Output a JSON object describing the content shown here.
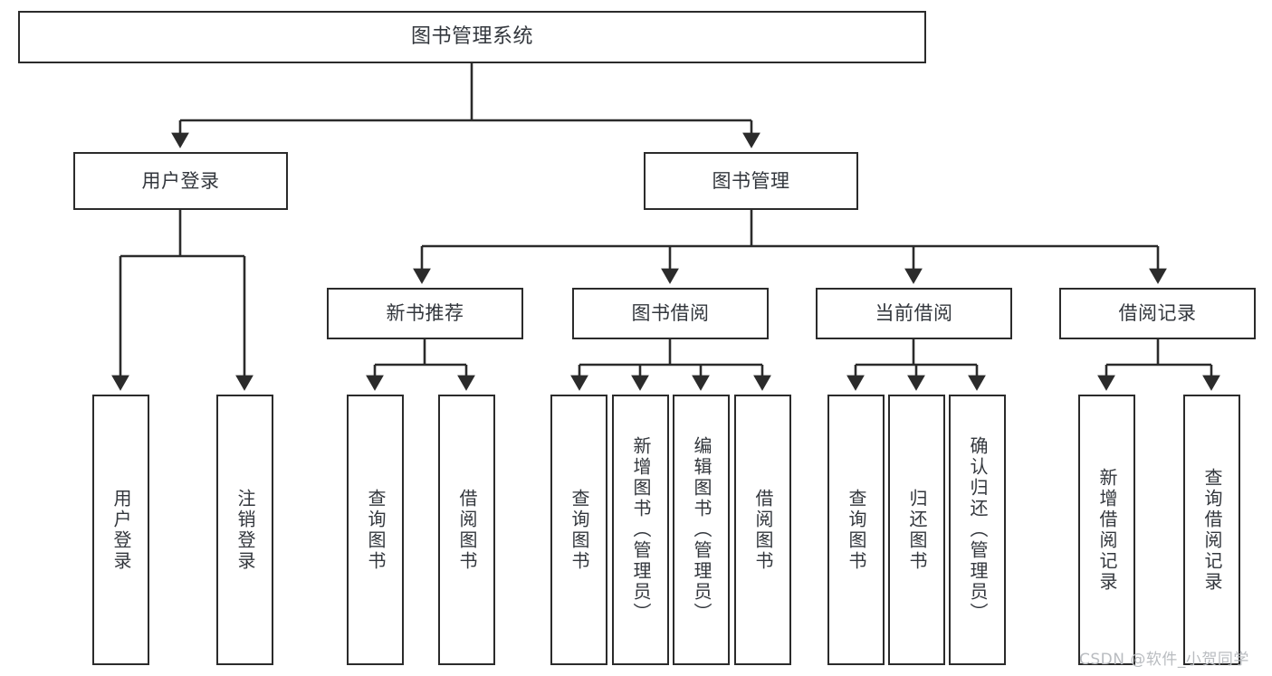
{
  "diagram": {
    "type": "tree-hierarchy",
    "title": "图书管理系统",
    "root": {
      "id": "root",
      "label": "图书管理系统"
    },
    "level2": [
      {
        "id": "user-login",
        "label": "用户登录"
      },
      {
        "id": "book-manage",
        "label": "图书管理"
      }
    ],
    "level3": [
      {
        "id": "new-book-rec",
        "label": "新书推荐",
        "parent": "book-manage"
      },
      {
        "id": "book-borrow",
        "label": "图书借阅",
        "parent": "book-manage"
      },
      {
        "id": "current-borrow",
        "label": "当前借阅",
        "parent": "book-manage"
      },
      {
        "id": "borrow-record",
        "label": "借阅记录",
        "parent": "book-manage"
      }
    ],
    "leaves": [
      {
        "id": "leaf-user-login",
        "label": "用户登录",
        "parent": "user-login"
      },
      {
        "id": "leaf-logout-login",
        "label": "注销登录",
        "parent": "user-login"
      },
      {
        "id": "leaf-query-book-1",
        "label": "查询图书",
        "parent": "new-book-rec"
      },
      {
        "id": "leaf-borrow-book-1",
        "label": "借阅图书",
        "parent": "new-book-rec"
      },
      {
        "id": "leaf-query-book-2",
        "label": "查询图书",
        "parent": "book-borrow"
      },
      {
        "id": "leaf-add-book",
        "label": "新增图书（管理员）",
        "parent": "book-borrow"
      },
      {
        "id": "leaf-edit-book",
        "label": "编辑图书（管理员）",
        "parent": "book-borrow"
      },
      {
        "id": "leaf-borrow-book-2",
        "label": "借阅图书",
        "parent": "book-borrow"
      },
      {
        "id": "leaf-query-book-3",
        "label": "查询图书",
        "parent": "current-borrow"
      },
      {
        "id": "leaf-return-book",
        "label": "归还图书",
        "parent": "current-borrow"
      },
      {
        "id": "leaf-confirm-return",
        "label": "确认归还（管理员）",
        "parent": "current-borrow"
      },
      {
        "id": "leaf-add-record",
        "label": "新增借阅记录",
        "parent": "borrow-record"
      },
      {
        "id": "leaf-query-record",
        "label": "查询借阅记录",
        "parent": "borrow-record"
      }
    ],
    "colors": {
      "stroke": "#2b2b2b",
      "text": "#33373d",
      "background": "#ffffff",
      "watermark": "#b9bcc0"
    }
  },
  "watermark": {
    "text": "CSDN @软件_小贺同学"
  }
}
